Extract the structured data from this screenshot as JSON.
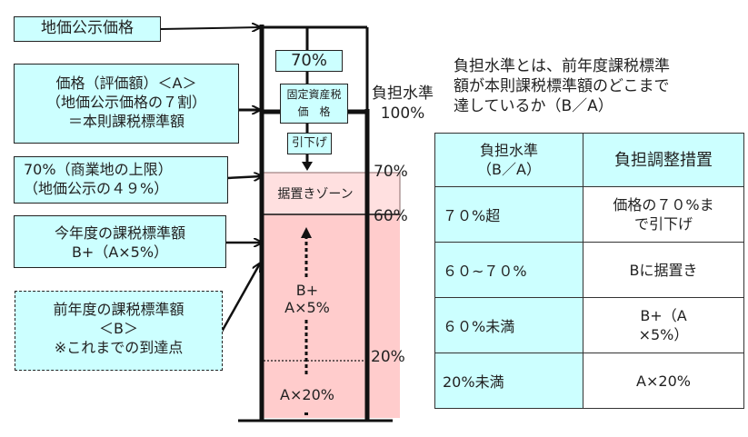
{
  "left_labels": {
    "chika_koji": "地価公示価格",
    "kakaku_a": "価格（評価額）＜A＞\n（地価公示価格の７割）\n＝本則課税標準額",
    "upper_limit": "70%（商業地の上限）\n（地価公示の４９%）",
    "this_year": "今年度の課税標準額\nB+（A×5%）",
    "last_year": "前年度の課税標準額\n＜B＞\n※これまでの到達点"
  },
  "column": {
    "pct70_box": "70%",
    "kotei_box": "固定資産税\n価　格",
    "hikisage_box": "引下げ",
    "suechi_zone": "据置きゾーン",
    "b_plus": "B+\nA×5%",
    "a_20": "A×20%"
  },
  "scale_labels": {
    "futan_100": "負担水準\n100%",
    "p70": "70%",
    "p60": "60%",
    "p20": "20%"
  },
  "description": "負担水準とは、前年度課税標準\n額が本則課税標準額のどこまで\n達しているか（B／A）",
  "table": {
    "headers": [
      "負担水準\n（B／A）",
      "負担調整措置"
    ],
    "rows": [
      {
        "level": "７０%超",
        "measure": "価格の７０%ま\nで引下げ"
      },
      {
        "level": "６０~７０%",
        "measure": "Bに据置き"
      },
      {
        "level": "６０%未満",
        "measure": "B+（A\n×5%）"
      },
      {
        "level": "20%未満",
        "measure": "A×20%"
      }
    ]
  },
  "colors": {
    "label_fill": "#ccffff",
    "zone_pink_light": "#ffe0e0",
    "zone_pink": "#ffcccc",
    "line": "#111111"
  }
}
